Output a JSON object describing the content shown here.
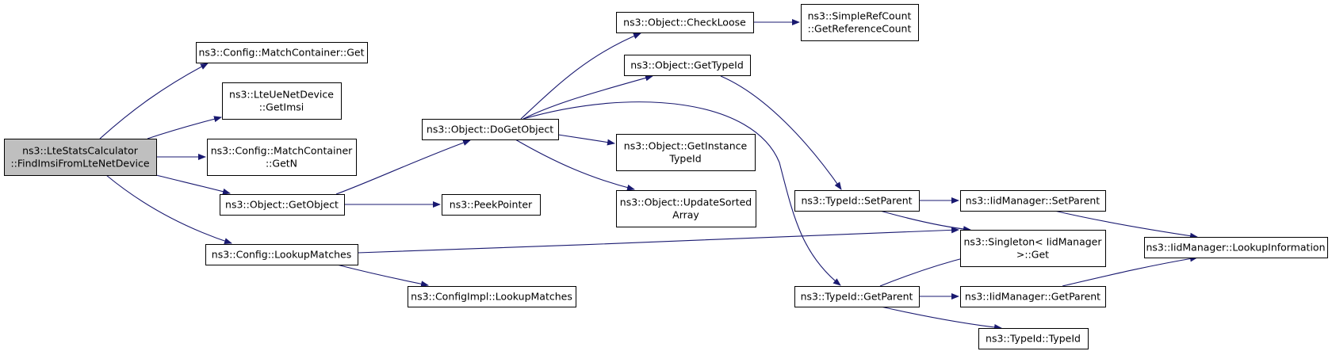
{
  "colors": {
    "edge": "#191970",
    "root_fill": "#bfbfbf",
    "node_fill": "#ffffff",
    "node_border": "#000000"
  },
  "nodes": {
    "root": [
      "ns3::LteStatsCalculator",
      "::FindImsiFromLteNetDevice"
    ],
    "match_get": [
      "ns3::Config::MatchContainer::Get"
    ],
    "getimsi": [
      "ns3::LteUeNetDevice",
      "::GetImsi"
    ],
    "getn": [
      "ns3::Config::MatchContainer",
      "::GetN"
    ],
    "getobject": [
      "ns3::Object::GetObject"
    ],
    "lookupmatches": [
      "ns3::Config::LookupMatches"
    ],
    "dogetobject": [
      "ns3::Object::DoGetObject"
    ],
    "peekpointer": [
      "ns3::PeekPointer"
    ],
    "impl_lookup": [
      "ns3::ConfigImpl::LookupMatches"
    ],
    "checkloose": [
      "ns3::Object::CheckLoose"
    ],
    "gettypeid": [
      "ns3::Object::GetTypeId"
    ],
    "getinstance": [
      "ns3::Object::GetInstance",
      "TypeId"
    ],
    "updatesorted": [
      "ns3::Object::UpdateSorted",
      "Array"
    ],
    "simpleref": [
      "ns3::SimpleRefCount",
      "::GetReferenceCount"
    ],
    "typeid_setparent": [
      "ns3::TypeId::SetParent"
    ],
    "typeid_getparent": [
      "ns3::TypeId::GetParent"
    ],
    "iid_setparent": [
      "ns3::IidManager::SetParent"
    ],
    "singleton_get": [
      "ns3::Singleton< IidManager",
      ">::Get"
    ],
    "iid_getparent": [
      "ns3::IidManager::GetParent"
    ],
    "typeid_typeid": [
      "ns3::TypeId::TypeId"
    ],
    "lookupinfo": [
      "ns3::IidManager::LookupInformation"
    ]
  }
}
